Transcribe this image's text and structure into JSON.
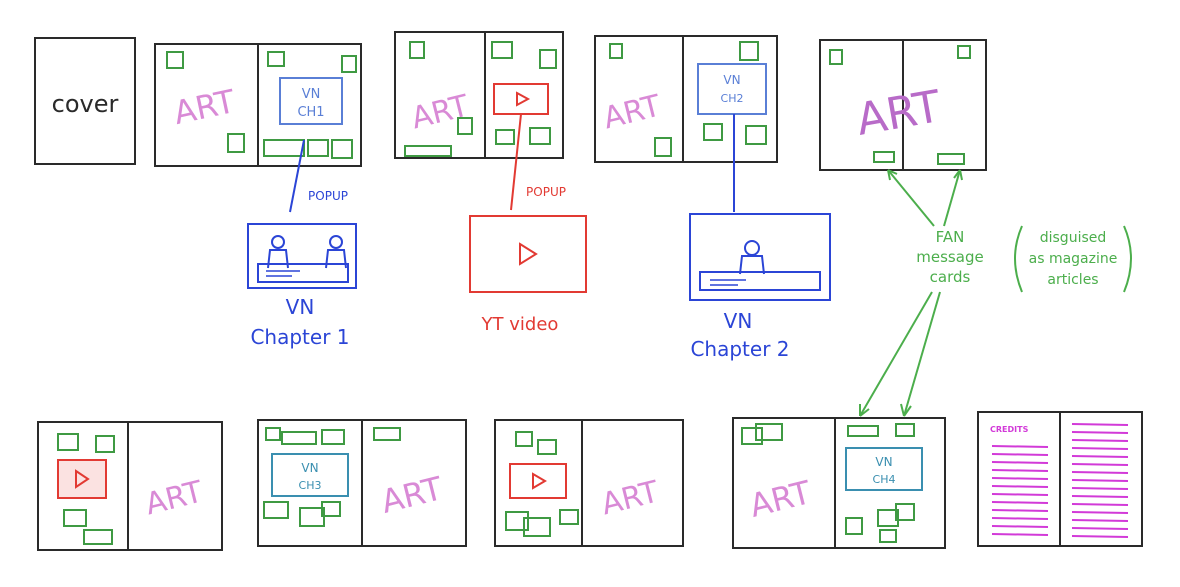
{
  "colors": {
    "black": "#2a2a2a",
    "art": "#d98ad6",
    "green": "#3f9a43",
    "red": "#e23a33",
    "blue": "#2b45d6",
    "steel": "#5a7fd6",
    "teal": "#3a8fb0",
    "fan": "#4cae4c",
    "magenta": "#d23ad8"
  },
  "pages": {
    "cover": "cover",
    "art": "ART",
    "vn": "VN",
    "ch1": "CH1",
    "ch2": "CH2",
    "ch3": "CH3",
    "ch4": "CH4",
    "credits": "CREDITS"
  },
  "popups": {
    "popup1": "POPUP",
    "popup2": "POPUP",
    "vn1_title": "VN",
    "vn1_sub": "Chapter 1",
    "yt_label": "YT video",
    "vn2_title": "VN",
    "vn2_sub": "Chapter 2"
  },
  "fan_note": {
    "line1": "FAN",
    "line2": "message",
    "line3": "cards",
    "paren1": "disguised",
    "paren2": "as magazine",
    "paren3": "articles"
  },
  "icons": {
    "play": "play-icon",
    "character": "character-silhouette-icon"
  }
}
